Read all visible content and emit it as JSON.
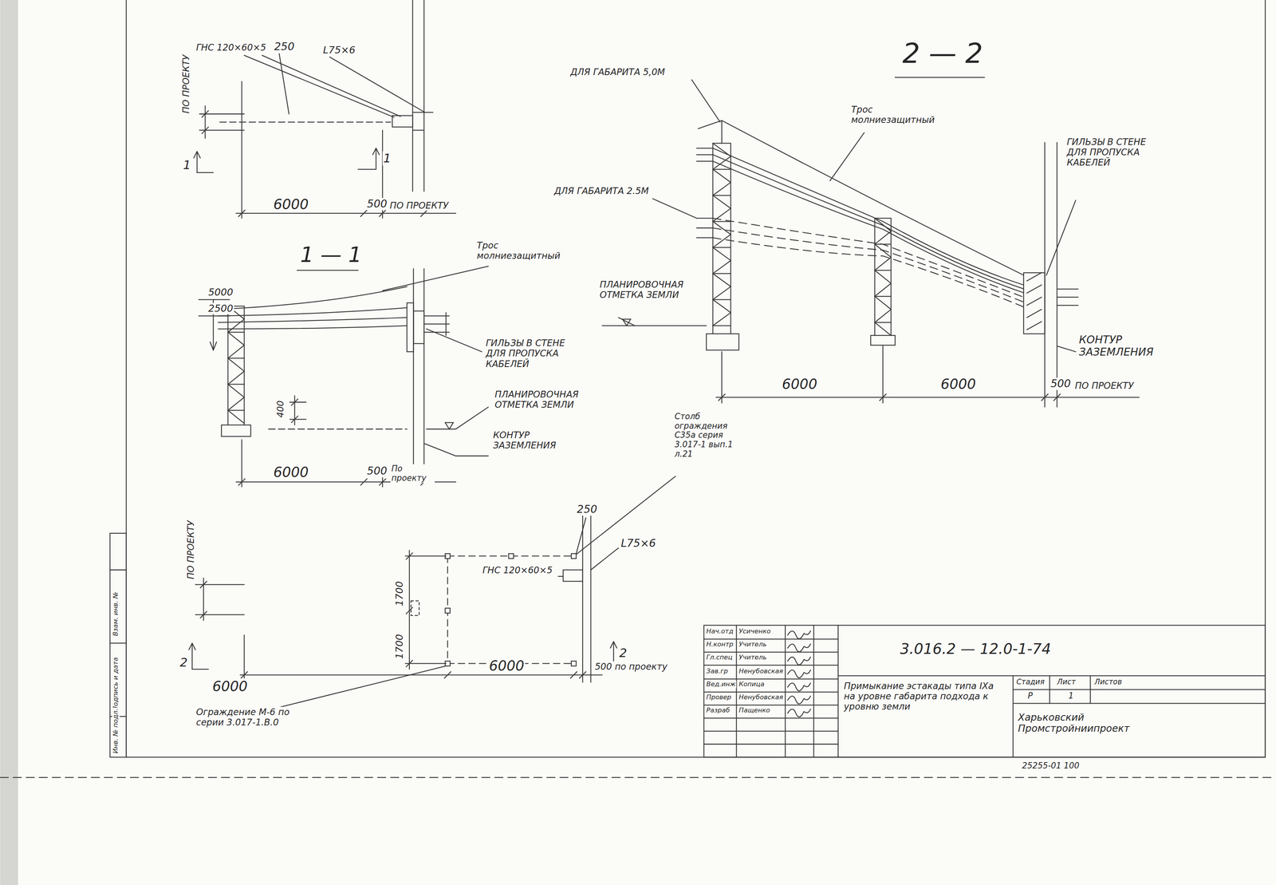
{
  "diagram": {
    "labels": [
      "ПО ПРОЕКТУ",
      "ГНС 120×60×5",
      "250",
      "L75×6",
      "1",
      "1",
      "6000",
      "500",
      "ПО ПРОЕКТУ",
      "1 — 1",
      "Трос молниезащитный",
      "5000",
      "2500",
      "ГИЛЬЗЫ В СТЕНЕ ДЛЯ ПРОПУСКА КАБЕЛЕЙ",
      "ПЛАНИРОВОЧНАЯ ОТМЕТКА ЗЕМЛИ",
      "400",
      "КОНТУР ЗАЗЕМЛЕНИЯ",
      "6000",
      "500",
      "По проекту",
      "2 — 2",
      "ДЛЯ ГАБАРИТА 5,0М",
      "Трос молниезащитный",
      "ГИЛЬЗЫ В СТЕНЕ ДЛЯ ПРОПУСКА КАБЕЛЕЙ",
      "ДЛЯ ГАБАРИТА 2.5М",
      "ПЛАНИРОВОЧНАЯ ОТМЕТКА ЗЕМЛИ",
      "КОНТУР ЗАЗЕМЛЕНИЯ",
      "6000",
      "6000",
      "500",
      "ПО ПРОЕКТУ",
      "Столб ограждения С35а серия 3.017-1 вып.1 л.21",
      "250",
      "L75×6",
      "ГНС 120×60×5",
      "1700",
      "1700",
      "ПО ПРОЕКТУ",
      "2",
      "2",
      "6000",
      "6000",
      "500 по проекту",
      "Ограждение М-6 по серии 3.017-1.В.0",
      "Нач.отд",
      "Усиченко",
      "Н.контр",
      "Учитель",
      "Гл.спец",
      "Учитель",
      "Зав.гр",
      "Ненубовская",
      "Вед.инж",
      "Копица",
      "Провер",
      "Ненубовская",
      "Разраб",
      "Пащенко",
      "3.016.2 — 12.0-1-74",
      "Примыкание эстакады типа IXа на уровне габарита подхода к уровню земли",
      "Стадия",
      "Лист",
      "Листов",
      "Р",
      "1",
      "Харьковский Промстройниипроект",
      "25255-01 100",
      "Взам. инв. №",
      "Подпись и дата",
      "Инв. № подл."
    ]
  }
}
